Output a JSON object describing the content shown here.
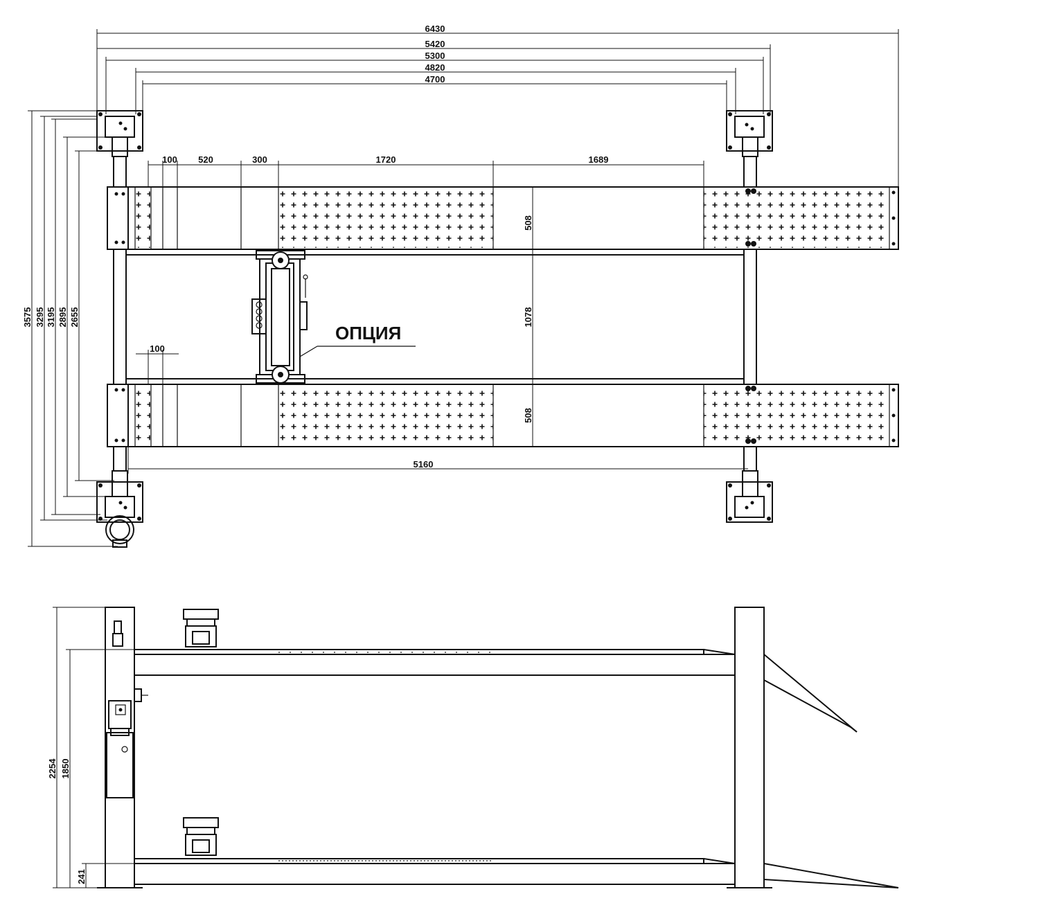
{
  "plan_view": {
    "overall_dims": [
      "6430",
      "5420",
      "5300",
      "4820",
      "4700"
    ],
    "segment_dims": [
      "100",
      "520",
      "300",
      "1720",
      "1689"
    ],
    "left_dims": [
      "3575",
      "3295",
      "3195",
      "2895",
      "2655"
    ],
    "runway_width_top": "508",
    "runway_width_bottom": "508",
    "inner_gap": "1078",
    "small_dim": "100",
    "length_dim": "5160",
    "option_label": "ОПЦИЯ"
  },
  "side_view": {
    "heights": [
      "2254",
      "1850",
      "241"
    ]
  }
}
